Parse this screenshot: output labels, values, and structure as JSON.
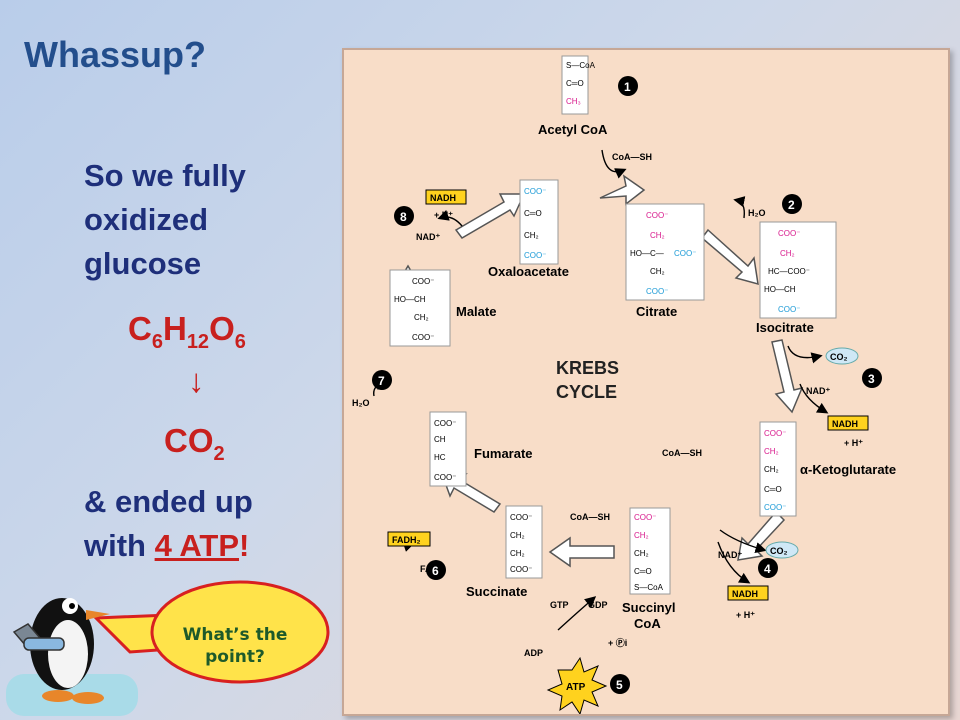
{
  "title": "Whassup?",
  "intro": {
    "line1": "So we fully",
    "line2": "oxidized",
    "line3": "glucose"
  },
  "formula": {
    "c": "C",
    "c_sub": "6",
    "h": "H",
    "h_sub": "12",
    "o": "O",
    "o_sub": "6",
    "arrow": "↓",
    "product": "CO",
    "product_sub": "2"
  },
  "outro": {
    "line1": "& ended up",
    "with": "with ",
    "atp": "4 ATP",
    "bang": "!"
  },
  "bubble": {
    "line1": "What’s the",
    "line2": "point?"
  },
  "diagram": {
    "center": [
      "KREBS",
      "CYCLE"
    ],
    "compounds": {
      "acetyl": "Acetyl CoA",
      "oxaloacetate": "Oxaloacetate",
      "citrate": "Citrate",
      "isocitrate": "Isocitrate",
      "malate": "Malate",
      "ketoglutarate": "α-Ketoglutarate",
      "fumarate": "Fumarate",
      "succinate": "Succinate",
      "succinyl": [
        "Succinyl",
        "CoA"
      ]
    },
    "steps": [
      "1",
      "2",
      "3",
      "4",
      "5",
      "6",
      "7",
      "8"
    ],
    "labels": {
      "coash": "CoA—SH",
      "h2o": "H₂O",
      "co2": "CO₂",
      "nad": "NAD⁺",
      "nadh": "NADH",
      "hplus": "+ H⁺",
      "fad": "FAD",
      "fadh2": "FADH₂",
      "gtp": "GTP",
      "gdp": "GDP",
      "adp": "ADP",
      "atp": "ATP",
      "pi": "+ Ⓟi"
    },
    "colors": {
      "arrow": "#ffffff",
      "magenta": "#d8188c",
      "cyan": "#1b9ad6",
      "yellow": "#ffd21e",
      "ink": "#000000"
    }
  }
}
